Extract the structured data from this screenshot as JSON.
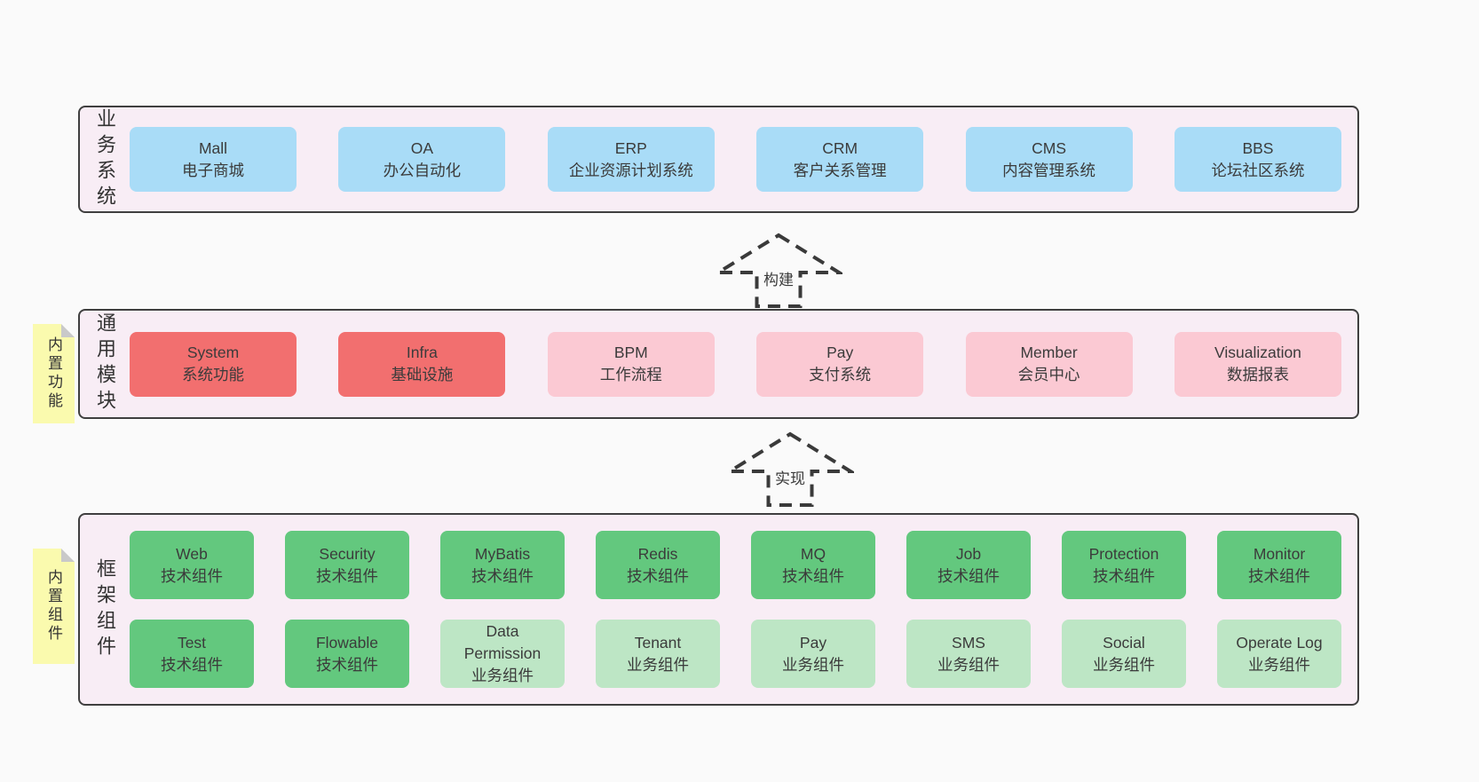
{
  "colors": {
    "page_bg": "#fafafa",
    "section_bg": "#f8edf5",
    "section_border": "#3f3f3f",
    "blue": "#a9dcf7",
    "red": "#f26f6f",
    "pink": "#fbc9d3",
    "green": "#63c87e",
    "light_green": "#bde6c5",
    "note_yellow": "#fafaae",
    "note_fold": "#c9c9c9",
    "text": "#383838"
  },
  "arrows": [
    {
      "label": "构建"
    },
    {
      "label": "实现"
    }
  ],
  "sections": [
    {
      "label": "业务系统",
      "rows": [
        [
          {
            "name": "Mall",
            "desc": "电子商城"
          },
          {
            "name": "OA",
            "desc": "办公自动化"
          },
          {
            "name": "ERP",
            "desc": "企业资源计划系统"
          },
          {
            "name": "CRM",
            "desc": "客户关系管理"
          },
          {
            "name": "CMS",
            "desc": "内容管理系统"
          },
          {
            "name": "BBS",
            "desc": "论坛社区系统"
          }
        ]
      ]
    },
    {
      "label": "通用模块",
      "note": "内置功能",
      "rows": [
        [
          {
            "name": "System",
            "desc": "系统功能"
          },
          {
            "name": "Infra",
            "desc": "基础设施"
          },
          {
            "name": "BPM",
            "desc": "工作流程"
          },
          {
            "name": "Pay",
            "desc": "支付系统"
          },
          {
            "name": "Member",
            "desc": "会员中心"
          },
          {
            "name": "Visualization",
            "desc": "数据报表"
          }
        ]
      ]
    },
    {
      "label": "框架组件",
      "note": "内置组件",
      "rows": [
        [
          {
            "name": "Web",
            "desc": "技术组件"
          },
          {
            "name": "Security",
            "desc": "技术组件"
          },
          {
            "name": "MyBatis",
            "desc": "技术组件"
          },
          {
            "name": "Redis",
            "desc": "技术组件"
          },
          {
            "name": "MQ",
            "desc": "技术组件"
          },
          {
            "name": "Job",
            "desc": "技术组件"
          },
          {
            "name": "Protection",
            "desc": "技术组件"
          },
          {
            "name": "Monitor",
            "desc": "技术组件"
          }
        ],
        [
          {
            "name": "Test",
            "desc": "技术组件"
          },
          {
            "name": "Flowable",
            "desc": "技术组件"
          },
          {
            "name": "Data Permission",
            "desc": "业务组件"
          },
          {
            "name": "Tenant",
            "desc": "业务组件"
          },
          {
            "name": "Pay",
            "desc": "业务组件"
          },
          {
            "name": "SMS",
            "desc": "业务组件"
          },
          {
            "name": "Social",
            "desc": "业务组件"
          },
          {
            "name": "Operate Log",
            "desc": "业务组件"
          }
        ]
      ]
    }
  ]
}
